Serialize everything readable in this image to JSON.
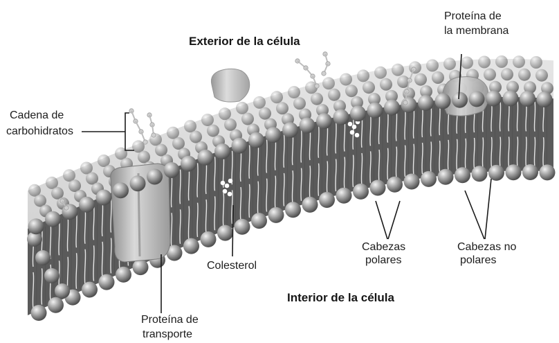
{
  "labels": {
    "exterior": "Exterior de la célula",
    "interior": "Interior de la célula",
    "membrane_protein_line1": "Proteína de",
    "membrane_protein_line2": "la membrana",
    "carbohydrate_line1": "Cadena de",
    "carbohydrate_line2": "carbohidratos",
    "transport_line1": "Proteína de",
    "transport_line2": "transporte",
    "cholesterol": "Colesterol",
    "polar_line1": "Cabezas",
    "polar_line2": "polares",
    "nonpolar_line1": "Cabezas no",
    "nonpolar_line2": "polares"
  },
  "colors": {
    "head": "#9a9a9a",
    "tail": "#4a4a4a",
    "protein": "#b8b8b8",
    "leader": "#1a1a1a"
  }
}
